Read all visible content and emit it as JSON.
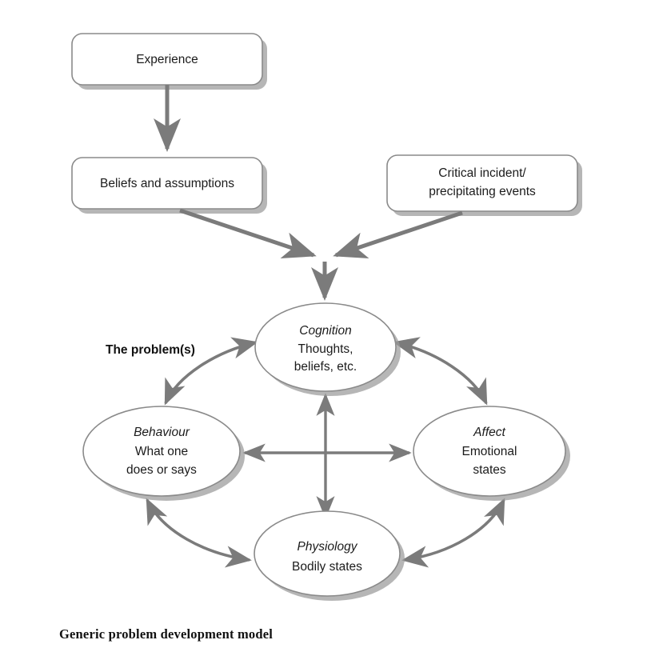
{
  "diagram": {
    "caption": "Generic problem development model",
    "annotation_label": "The problem(s)",
    "colors": {
      "line": "#7b7b7b",
      "node_border": "#8a8a8a",
      "node_fill": "#ffffff",
      "shadow": "#9a9a9a",
      "text": "#1b1b1b"
    },
    "boxes": [
      {
        "id": "experience",
        "label": "Experience",
        "lines": [
          "Experience"
        ]
      },
      {
        "id": "beliefs",
        "label": "Beliefs and assumptions",
        "lines": [
          "Beliefs and assumptions"
        ]
      },
      {
        "id": "critical-incident",
        "label": "Critical incident/ precipitating events",
        "lines": [
          "Critical incident/",
          "precipitating events"
        ]
      }
    ],
    "ellipses": [
      {
        "id": "cognition",
        "title": "Cognition",
        "lines": [
          "Thoughts,",
          "beliefs, etc."
        ]
      },
      {
        "id": "behaviour",
        "title": "Behaviour",
        "lines": [
          "What one",
          "does or says"
        ]
      },
      {
        "id": "affect",
        "title": "Affect",
        "lines": [
          "Emotional",
          "states"
        ]
      },
      {
        "id": "physiology",
        "title": "Physiology",
        "lines": [
          "Bodily states"
        ]
      }
    ],
    "connections": [
      {
        "id": "experience-to-beliefs",
        "from": "experience",
        "to": "beliefs",
        "style": "straight",
        "heads": "single"
      },
      {
        "id": "beliefs-to-junction",
        "from": "beliefs",
        "to": "junction",
        "style": "straight",
        "heads": "single"
      },
      {
        "id": "critical-incident-to-junction",
        "from": "critical-incident",
        "to": "junction",
        "style": "straight",
        "heads": "single"
      },
      {
        "id": "junction-to-cognition",
        "from": "junction",
        "to": "cognition",
        "style": "straight",
        "heads": "single"
      },
      {
        "id": "cognition-behaviour",
        "from": "cognition",
        "to": "behaviour",
        "style": "curved",
        "heads": "double"
      },
      {
        "id": "cognition-affect",
        "from": "cognition",
        "to": "affect",
        "style": "curved",
        "heads": "double"
      },
      {
        "id": "behaviour-physiology",
        "from": "behaviour",
        "to": "physiology",
        "style": "curved",
        "heads": "double"
      },
      {
        "id": "physiology-affect",
        "from": "physiology",
        "to": "affect",
        "style": "curved",
        "heads": "double"
      },
      {
        "id": "cognition-physiology",
        "from": "cognition",
        "to": "physiology",
        "style": "straight",
        "heads": "double"
      },
      {
        "id": "behaviour-affect",
        "from": "behaviour",
        "to": "affect",
        "style": "straight",
        "heads": "double"
      }
    ]
  }
}
